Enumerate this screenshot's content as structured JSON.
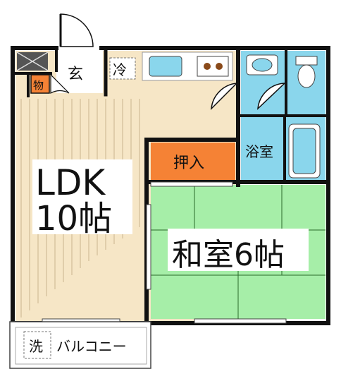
{
  "rooms": {
    "ldk_label": "LDK",
    "ldk_size": "10帖",
    "washitsu_label": "和室6帖",
    "oshiire_label": "押入",
    "bath_label": "浴室",
    "genkan_label": "玄",
    "fridge_label": "冷",
    "storage_label": "物",
    "washer_label": "洗",
    "balcony_label": "バルコニー"
  },
  "colors": {
    "ldk_floor": "#f6e6c6",
    "washitsu_floor": "#a6eea8",
    "oshiire_fill": "#f58235",
    "water_fill": "#8ad6ec",
    "wall": "#111111"
  }
}
